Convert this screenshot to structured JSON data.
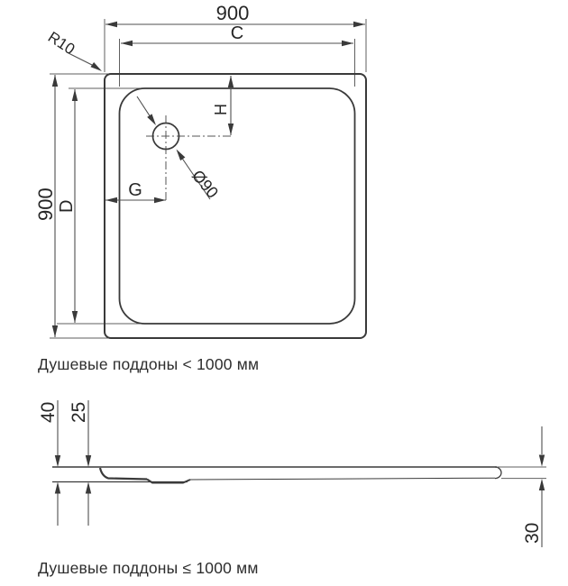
{
  "drawing": {
    "top_view": {
      "outer_width_label": "900",
      "outer_height_label": "900",
      "inner_width_label": "C",
      "inner_height_label": "D",
      "drain_vertical_offset_label": "H",
      "drain_horizontal_offset_label": "G",
      "drain_diameter_label": "Ø90",
      "corner_radius_label": "R10",
      "caption": "Душевые поддоны < 1000 мм"
    },
    "side_view": {
      "total_height_label": "40",
      "inner_depth_label": "25",
      "edge_height_label": "30",
      "caption": "Душевые поддоны ≤ 1000 мм"
    },
    "colors": {
      "background": "#ffffff",
      "outline": "#3a3a3a",
      "dimension_lines": "#4f4f4f",
      "text": "#262626"
    }
  }
}
